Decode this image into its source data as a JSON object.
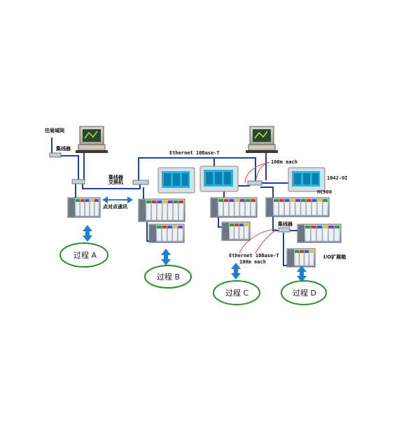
{
  "labels": {
    "wan": "往局域网",
    "hub_left": "集线器",
    "switch": "集线器\n交换机",
    "p2p": "点对点通讯",
    "ethernet_top": "Ethernet 10Base-T",
    "each_top": "100m each",
    "oi_model": "1042-OI",
    "hc_model": "HC900",
    "hub_right": "集线器",
    "ethernet_bottom": "Ethernet 10Base-T",
    "each_bottom": "100m each",
    "io_rack": "I/O扩展箱"
  },
  "processes": [
    "过程 A",
    "过程 B",
    "过程 C",
    "过程 D"
  ],
  "colors": {
    "network_line": "#1f3fb0",
    "arrow": "#1e7fd4",
    "process_border": "#2e8b2e",
    "rack_body": "#b9c4cf",
    "screen": "#1db6e0",
    "callout": "#c44a4a"
  }
}
